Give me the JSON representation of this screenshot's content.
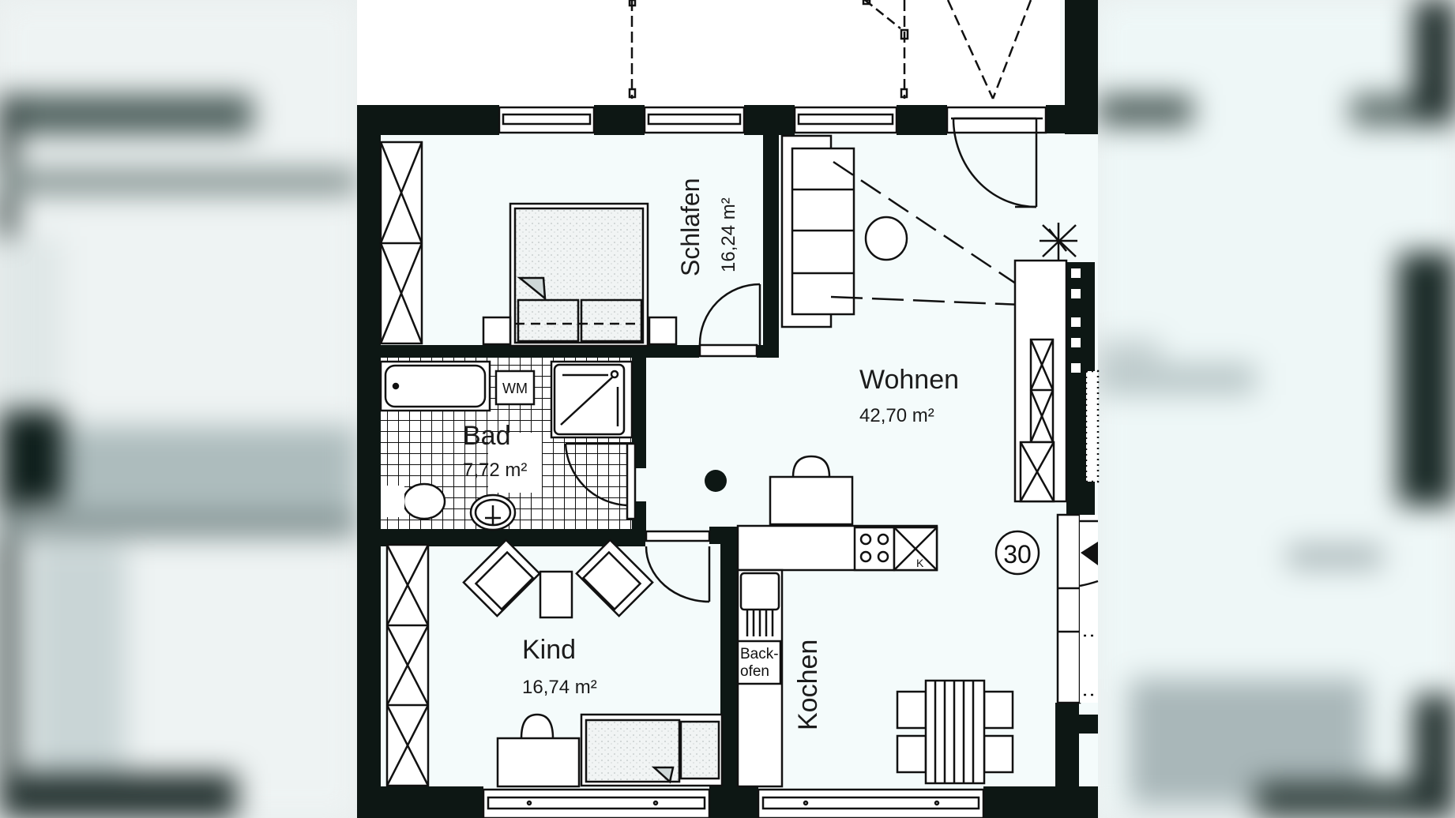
{
  "image_type": "apartment floor plan",
  "colors": {
    "wall": "#0d1714",
    "paper": "#f4fbfb",
    "line": "#111111",
    "blur_dark": "#2a3d3a",
    "blur_light": "#eef5f5"
  },
  "rooms": [
    {
      "id": "schlafen",
      "name": "Schlafen",
      "area": "16,24 m²"
    },
    {
      "id": "wohnen",
      "name": "Wohnen",
      "area": "42,70 m²"
    },
    {
      "id": "bad",
      "name": "Bad",
      "area": "7,72 m²"
    },
    {
      "id": "kind",
      "name": "Kind",
      "area": "16,74 m²"
    },
    {
      "id": "kochen",
      "name": "Kochen",
      "area": ""
    }
  ],
  "fixtures": {
    "washing_machine": "WM",
    "oven_line1": "Back-",
    "oven_line2": "ofen",
    "fridge_mark": "K"
  },
  "unit_marker": "30"
}
